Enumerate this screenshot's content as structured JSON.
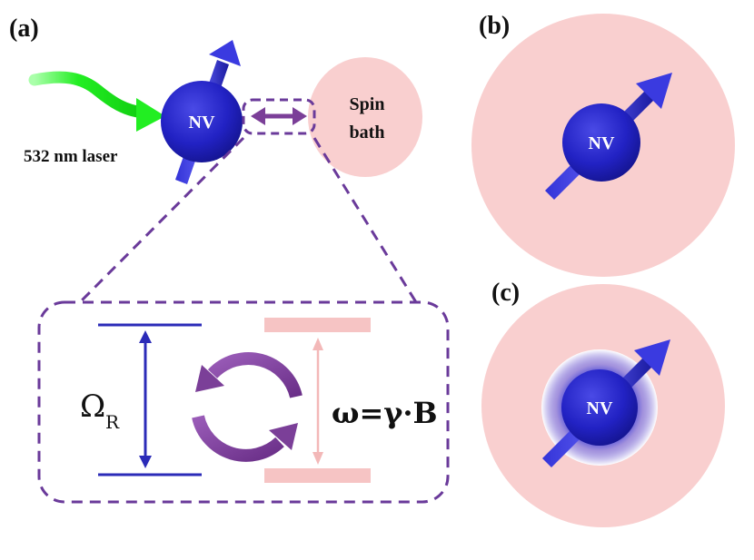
{
  "panels": {
    "a": {
      "label": "(a)",
      "nv_label": "NV",
      "laser_label": "532 nm laser",
      "bath_label_line1": "Spin",
      "bath_label_line2": "bath",
      "rabi_symbol": "Ω",
      "rabi_subscript": "R",
      "larmor_label": "ω=γ·B"
    },
    "b": {
      "label": "(b)",
      "nv_label": "NV"
    },
    "c": {
      "label": "(c)",
      "nv_label": "NV"
    }
  },
  "colors": {
    "nv_blue": "#2424c8",
    "bath_pink": "#f9cfcf",
    "dashed_purple": "#6a3a9a",
    "laser_green": "#22ee22",
    "arrow_purple": "#7b3f98",
    "level_blue": "#2b2bb8",
    "level_pink": "#f6c4c4"
  },
  "icons": {
    "spin_arrow": "spin-arrow-icon",
    "exchange_cycle": "cycle-arrows-icon",
    "laser_wave": "wavy-arrow-icon"
  }
}
